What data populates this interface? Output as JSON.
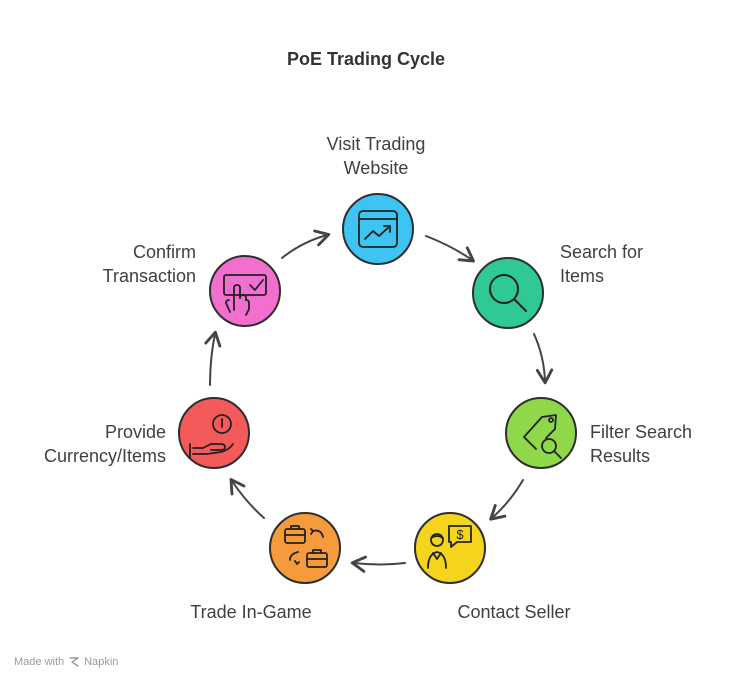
{
  "title": "PoE Trading Cycle",
  "steps": [
    {
      "id": "visit",
      "lines": [
        "Visit Trading",
        "Website"
      ],
      "color": "#3ec4f2",
      "icon": "chart-window-icon"
    },
    {
      "id": "search",
      "lines": [
        "Search for",
        "Items"
      ],
      "color": "#2ec995",
      "icon": "magnifier-icon"
    },
    {
      "id": "filter",
      "lines": [
        "Filter Search",
        "Results"
      ],
      "color": "#8fd84a",
      "icon": "tag-search-icon"
    },
    {
      "id": "contact",
      "lines": [
        "Contact Seller"
      ],
      "color": "#f5d41e",
      "icon": "person-dollar-icon"
    },
    {
      "id": "trade",
      "lines": [
        "Trade In-Game"
      ],
      "color": "#f59b3c",
      "icon": "briefcase-exchange-icon"
    },
    {
      "id": "provide",
      "lines": [
        "Provide",
        "Currency/Items"
      ],
      "color": "#f55a5a",
      "icon": "hand-coin-icon"
    },
    {
      "id": "confirm",
      "lines": [
        "Confirm",
        "Transaction"
      ],
      "color": "#f26fcf",
      "icon": "hand-check-icon"
    }
  ],
  "footer": {
    "made_with": "Made with",
    "brand": "Napkin"
  }
}
